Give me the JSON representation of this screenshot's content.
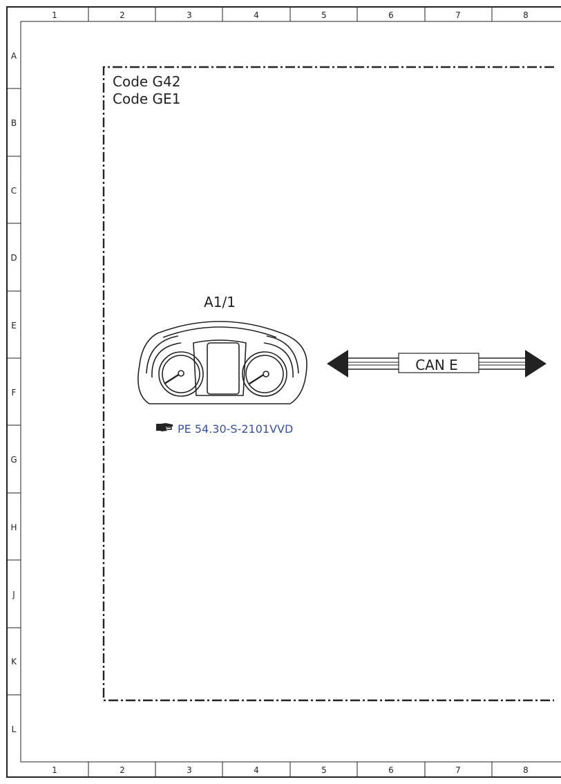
{
  "frame": {
    "column_labels": [
      "1",
      "2",
      "3",
      "4",
      "5",
      "6",
      "7",
      "8"
    ],
    "row_labels": [
      "A",
      "B",
      "C",
      "D",
      "E",
      "F",
      "G",
      "H",
      "J",
      "K",
      "L"
    ]
  },
  "codes": [
    "Code G42",
    "Code GE1"
  ],
  "component": {
    "label": "A1/1",
    "icon": "instrument-cluster-icon"
  },
  "reference": {
    "icon": "pointing-hand-icon",
    "text": "PE 54.30-S-2101VVD",
    "color": "#3a4fa0"
  },
  "bus": {
    "label": "CAN E",
    "icon": "double-arrow-icon"
  }
}
